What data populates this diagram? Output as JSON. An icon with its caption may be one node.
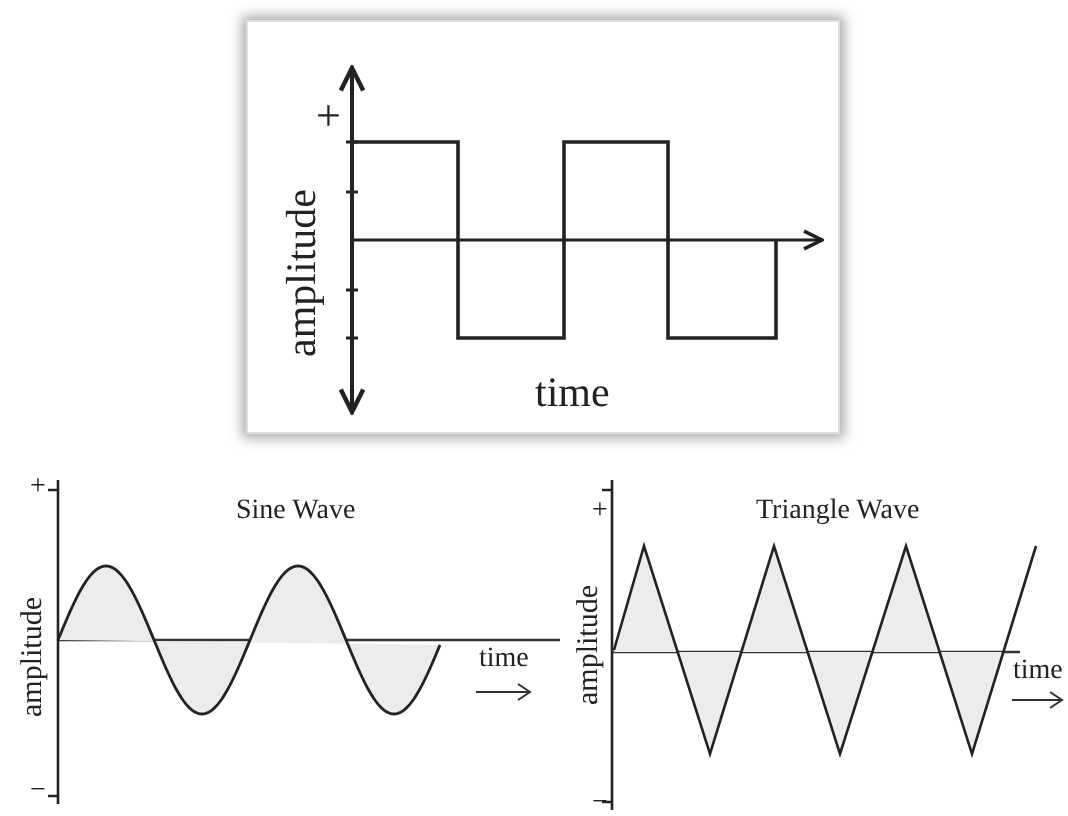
{
  "diagram": {
    "nodes": [
      {
        "text": [
          "+",
          "amplitude",
          "time"
        ]
      }
    ],
    "labels": [
      "+",
      "Sine Wave",
      "amplitude",
      "time",
      "−",
      "+",
      "Triangle Wave",
      "amplitude",
      "time",
      "−"
    ]
  }
}
